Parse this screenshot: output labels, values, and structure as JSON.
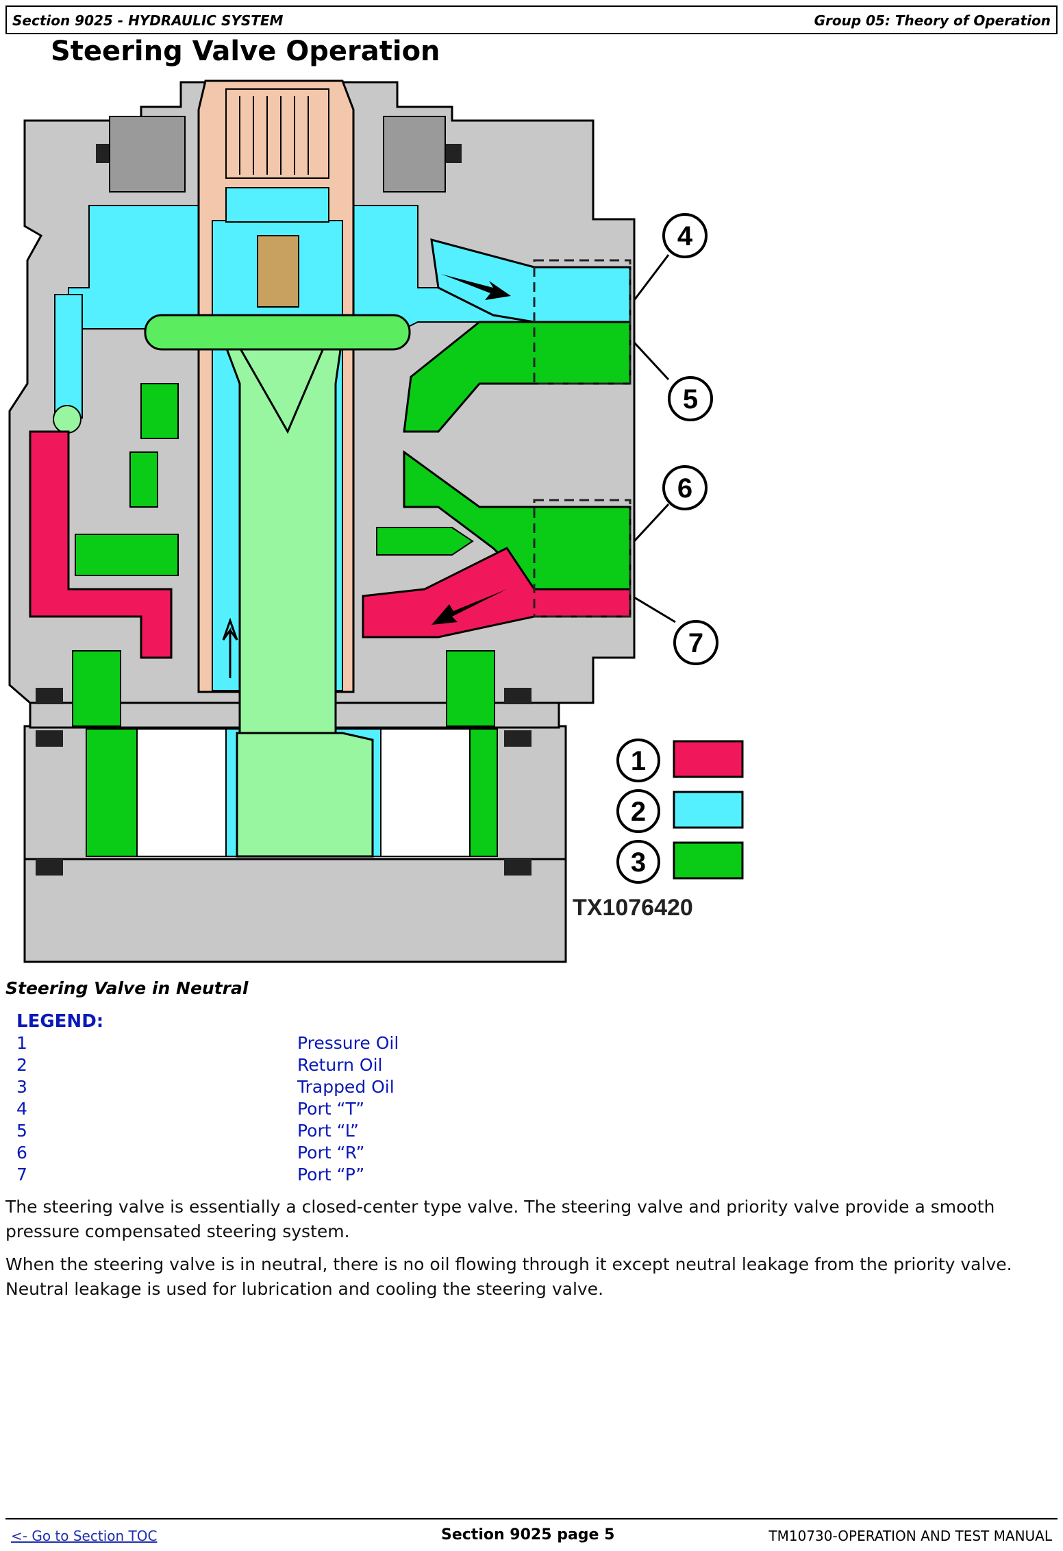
{
  "header": {
    "section": "Section 9025 - HYDRAULIC SYSTEM",
    "group": "Group 05: Theory of Operation"
  },
  "title": "Steering Valve Operation",
  "figure": {
    "id": "TX1076420",
    "callouts": [
      "4",
      "5",
      "6",
      "7"
    ],
    "key": [
      {
        "num": "1",
        "color": "#f0185a"
      },
      {
        "num": "2",
        "color": "#55f0ff"
      },
      {
        "num": "3",
        "color": "#0acc16"
      }
    ],
    "colors": {
      "pressure": "#f0185a",
      "return": "#55f0ff",
      "trapped": "#0acc16",
      "body": "#c8c8c8",
      "spool": "#f3c7ab",
      "light_green": "#98f5a0"
    }
  },
  "caption": "Steering Valve in Neutral",
  "legend": {
    "title": "LEGEND:",
    "items": [
      {
        "num": "1",
        "desc": "Pressure Oil"
      },
      {
        "num": "2",
        "desc": "Return Oil"
      },
      {
        "num": "3",
        "desc": "Trapped Oil"
      },
      {
        "num": "4",
        "desc": "Port “T”"
      },
      {
        "num": "5",
        "desc": "Port “L”"
      },
      {
        "num": "6",
        "desc": "Port “R”"
      },
      {
        "num": "7",
        "desc": "Port “P”"
      }
    ]
  },
  "paragraphs": [
    "The steering valve is essentially a closed-center type valve. The steering valve and priority valve provide a smooth pressure compensated steering system.",
    "When the steering valve is in neutral, there is no oil flowing through it except neutral leakage from the priority valve. Neutral leakage is used for lubrication and cooling the steering valve."
  ],
  "footer": {
    "toc": "<- Go to Section TOC",
    "page": "Section 9025 page 5",
    "manual": "TM10730-OPERATION AND TEST MANUAL"
  }
}
